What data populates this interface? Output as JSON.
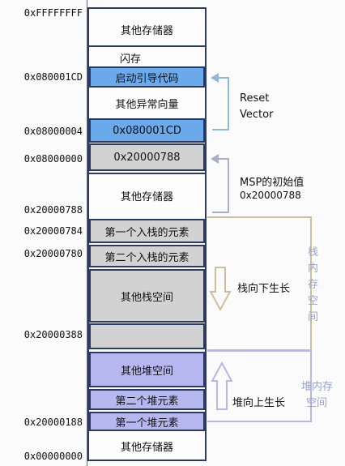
{
  "addresses": {
    "top": "0xFFFFFFFF",
    "a080001cd": "0x080001CD",
    "a08000004": "0x08000004",
    "a08000000": "0x08000000",
    "a20000788": "0x20000788",
    "a20000784": "0x20000784",
    "a20000780": "0x20000780",
    "a20000388": "0x20000388",
    "a20000188": "0x20000188",
    "bottom": "0x00000000"
  },
  "blocks": {
    "other_mem_top": "其他存储器",
    "flash": "闪存",
    "boot_code": "启动引导代码",
    "other_exceptions": "其他异常向量",
    "reset_vector_value": "0x080001CD",
    "msp_value": "0x20000788",
    "other_mem_mid": "其他存储器",
    "first_stack": "第一个入栈的元素",
    "second_stack": "第二个入栈的元素",
    "other_stack": "其他栈空间",
    "other_heap": "其他堆空间",
    "second_heap": "第二个堆元素",
    "first_heap": "第一个堆元素",
    "other_mem_bottom": "其他存储器"
  },
  "annotations": {
    "reset": "Reset",
    "vector": "Vector",
    "msp_title": "MSP的初始值",
    "msp_addr": "0x20000788",
    "stack_grow": "栈向下生长",
    "heap_grow": "堆向上生长",
    "stack_space": [
      "栈",
      "内",
      "存",
      "空",
      "间"
    ],
    "heap_space_1": "堆内存",
    "heap_space_2": "空间"
  },
  "colors": {
    "vector_blue": "#6aa9ea",
    "stack_gray": "#d2d2d2",
    "heap_purple": "#b6b7ee",
    "arrow_blue": "#8fb8e4",
    "bracket_tan": "#cdbf97",
    "red_margin": "#e03434"
  }
}
